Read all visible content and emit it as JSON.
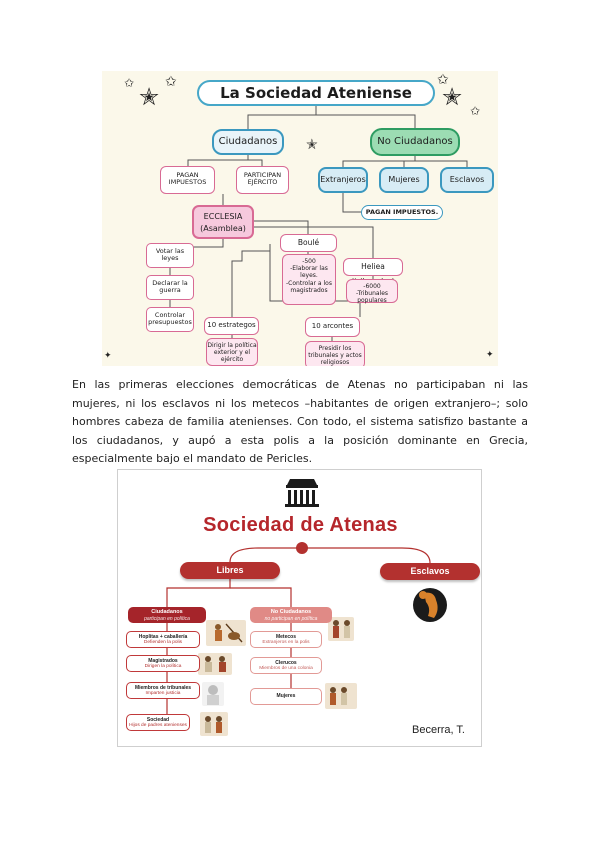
{
  "figure1": {
    "title": "La Sociedad Ateniense",
    "ciudadanos": "Ciudadanos",
    "no_ciudadanos": "No Ciudadanos",
    "pagan_impuestos": "PAGAN IMPUESTOS",
    "participan_ejercito": "PARTICIPAN EJÉRCITO",
    "extranjeros": "Extranjeros",
    "mujeres": "Mujeres",
    "esclavos": "Esclavos",
    "pagan_impuestos_nc": "PAGAN IMPUESTOS.",
    "ecclesia": "ECCLESIA",
    "asamblea": "(Asamblea)",
    "boule": "Boulé (consejo)",
    "boule_list": [
      "-500",
      "-Elaborar las leyes.",
      "-Controlar a los magistrados"
    ],
    "heliea": "Heliea (tribunales)",
    "heliea_list": [
      "-6000",
      "-Tribunales populares"
    ],
    "votar": "Votar las leyes",
    "declarar": "Declarar la guerra",
    "controlar": "Controlar presupuestos",
    "estrategos": "10 estrategos",
    "estrategos_desc": "Dirigir la política exterior y el ejército",
    "arcontes": "10 arcontes",
    "arcontes_desc": "Presidir los tribunales y actos religiosos"
  },
  "paragraph": "En las primeras elecciones democráticas de Atenas no participaban ni las mujeres, ni los esclavos ni los metecos –habitantes de origen extranjero–; solo hombres cabeza de familia atenienses. Con todo, el sistema satisfizo bastante a los ciudadanos, y aupó a esta polis a la posición dominante en Grecia, especialmente bajo el mandato de Pericles.",
  "figure2": {
    "title": "Sociedad de Atenas",
    "libres": "Libres",
    "esclavos": "Esclavos",
    "ciudadanos": {
      "title": "Ciudadanos",
      "sub": "participan en política"
    },
    "no_ciudadanos": {
      "title": "No Ciudadanos",
      "sub": "no participan en política"
    },
    "ciud_items": [
      {
        "title": "Hoplitas + caballería",
        "sub": "Defienden la polis"
      },
      {
        "title": "Magistrados",
        "sub": "Dirigen la política"
      },
      {
        "title": "Miembros de tribunales",
        "sub": "Imparten justicia"
      },
      {
        "title": "Sociedad",
        "sub": "Hijos de padres atenienses"
      }
    ],
    "noc_items": [
      {
        "title": "Metecos",
        "sub": "Extranjeros en la polis"
      },
      {
        "title": "Clerucos",
        "sub": "Miembros de una colonia"
      },
      {
        "title": "Mujeres",
        "sub": ""
      }
    ],
    "author": "Becerra, T."
  },
  "colors": {
    "cyan": "#46a7c8",
    "green": "#2e9c62",
    "pink": "#d86a94",
    "red": "#b3312f"
  }
}
